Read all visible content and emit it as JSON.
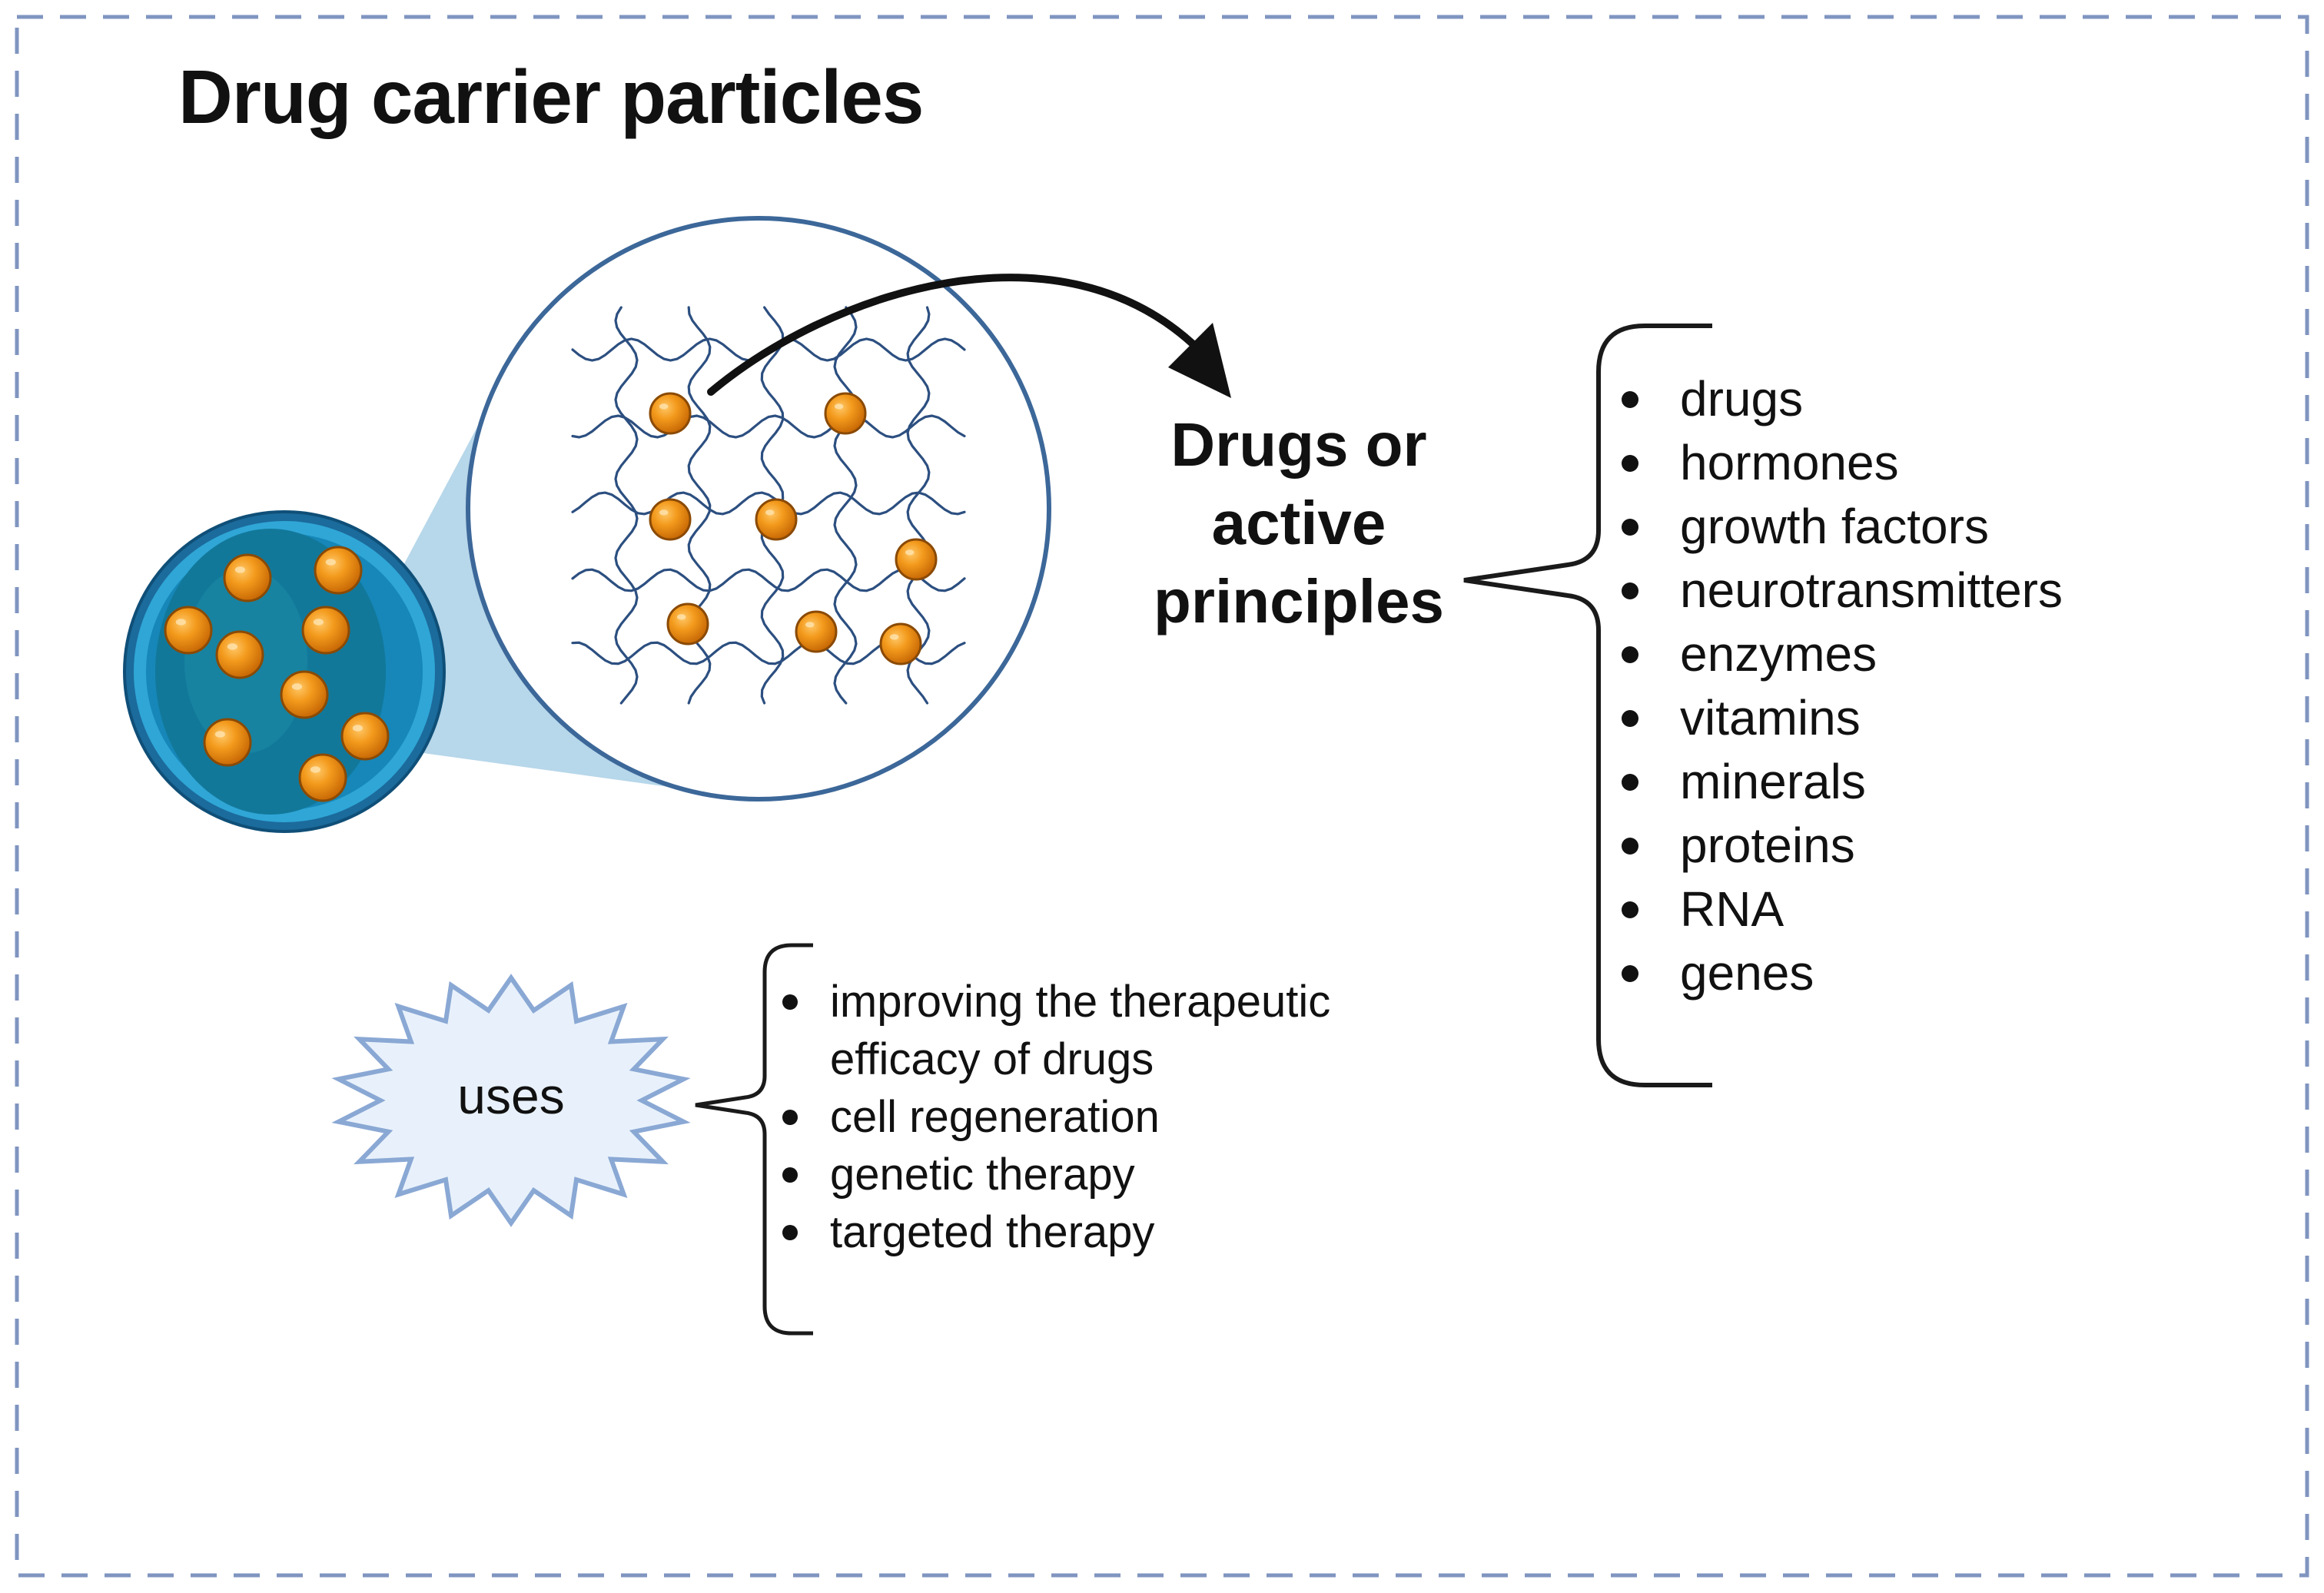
{
  "title": "Drug carrier particles",
  "active_principles": {
    "label_lines": [
      "Drugs or",
      "active",
      "principles"
    ],
    "items": [
      "drugs",
      "hormones",
      "growth factors",
      "neurotransmitters",
      "enzymes",
      "vitamins",
      "minerals",
      "proteins",
      "RNA",
      "genes"
    ]
  },
  "uses": {
    "label": "uses",
    "items": [
      "improving the therapeutic efficacy of drugs",
      "cell regeneration",
      "genetic therapy",
      "targeted therapy"
    ]
  },
  "colors": {
    "border_dash": "#8095c0",
    "particle_outer": "#1a6fa3",
    "particle_shell": "#33a6d6",
    "particle_core": "#15799a",
    "drug_sphere": "#f08a10",
    "polymer_mesh": "#2c4f80",
    "zoom_circle": "#3c6799",
    "zoom_cone": "#9fc9e3",
    "starburst_fill": "#e8f1fb",
    "starburst_stroke": "#8aa8d4"
  },
  "icons": [
    "particle-icon",
    "polymer-network-icon",
    "drug-sphere-icon",
    "curved-arrow-icon",
    "brace-icon",
    "starburst-icon"
  ]
}
